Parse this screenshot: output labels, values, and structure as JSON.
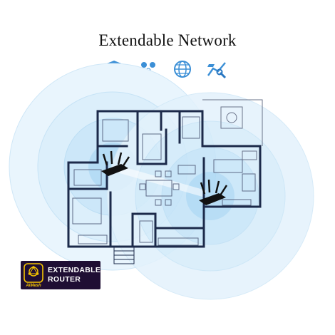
{
  "title": "Extendable Network",
  "feature_icons": [
    {
      "name": "aiprotection-shield-icon",
      "label": "AiProtection"
    },
    {
      "name": "family-users-icon",
      "label": ""
    },
    {
      "name": "globe-network-icon",
      "label": ""
    },
    {
      "name": "wrench-speed-icon",
      "label": ""
    }
  ],
  "badge": {
    "logo_text": "AiMesh",
    "line1": "EXTENDABLE",
    "line2": "ROUTER"
  },
  "colors": {
    "wifi_blue": "#7cc3ec",
    "wall": "#1c2a4a",
    "icon_blue": "#3b8fd6",
    "badge_bg": "#1f0e33",
    "badge_accent": "#f5c400"
  }
}
